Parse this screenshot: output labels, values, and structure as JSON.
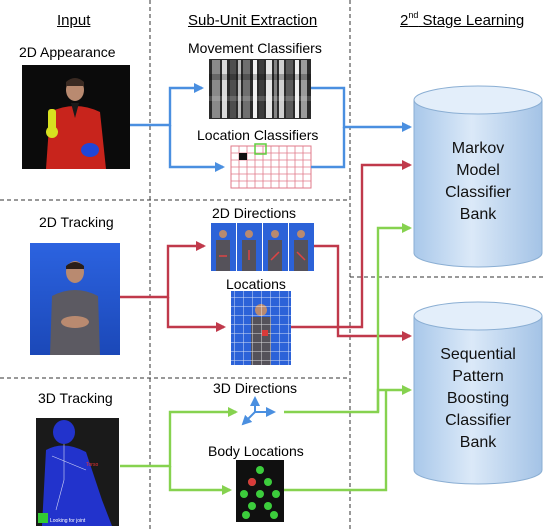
{
  "headers": {
    "input": "Input",
    "subunit": "Sub-Unit Extraction",
    "stage_sup": "nd",
    "stage_num": "2",
    "stage_rest": " Stage Learning"
  },
  "inputs": {
    "appearance": "2D Appearance",
    "tracking2d": "2D Tracking",
    "tracking3d": "3D Tracking"
  },
  "subunits": {
    "movement": "Movement Classifiers",
    "location": "Location Classifiers",
    "directions2d": "2D Directions",
    "locations": "Locations",
    "directions3d": "3D Directions",
    "body_locations": "Body Locations"
  },
  "banks": {
    "markov": [
      "Markov",
      "Model",
      "Classifier",
      "Bank"
    ],
    "spb": [
      "Sequential",
      "Pattern",
      "Boosting",
      "Classifier",
      "Bank"
    ]
  },
  "overlay_text": {
    "depth_caption": "Looking for joint",
    "depth_tag": "Torso"
  },
  "colors": {
    "blue_arrow": "#4a8fe0",
    "red_arrow": "#c0394b",
    "green_arrow": "#86d24f",
    "cylinder": "#c7dcf2",
    "cylinder_edge": "#8aaed3"
  }
}
